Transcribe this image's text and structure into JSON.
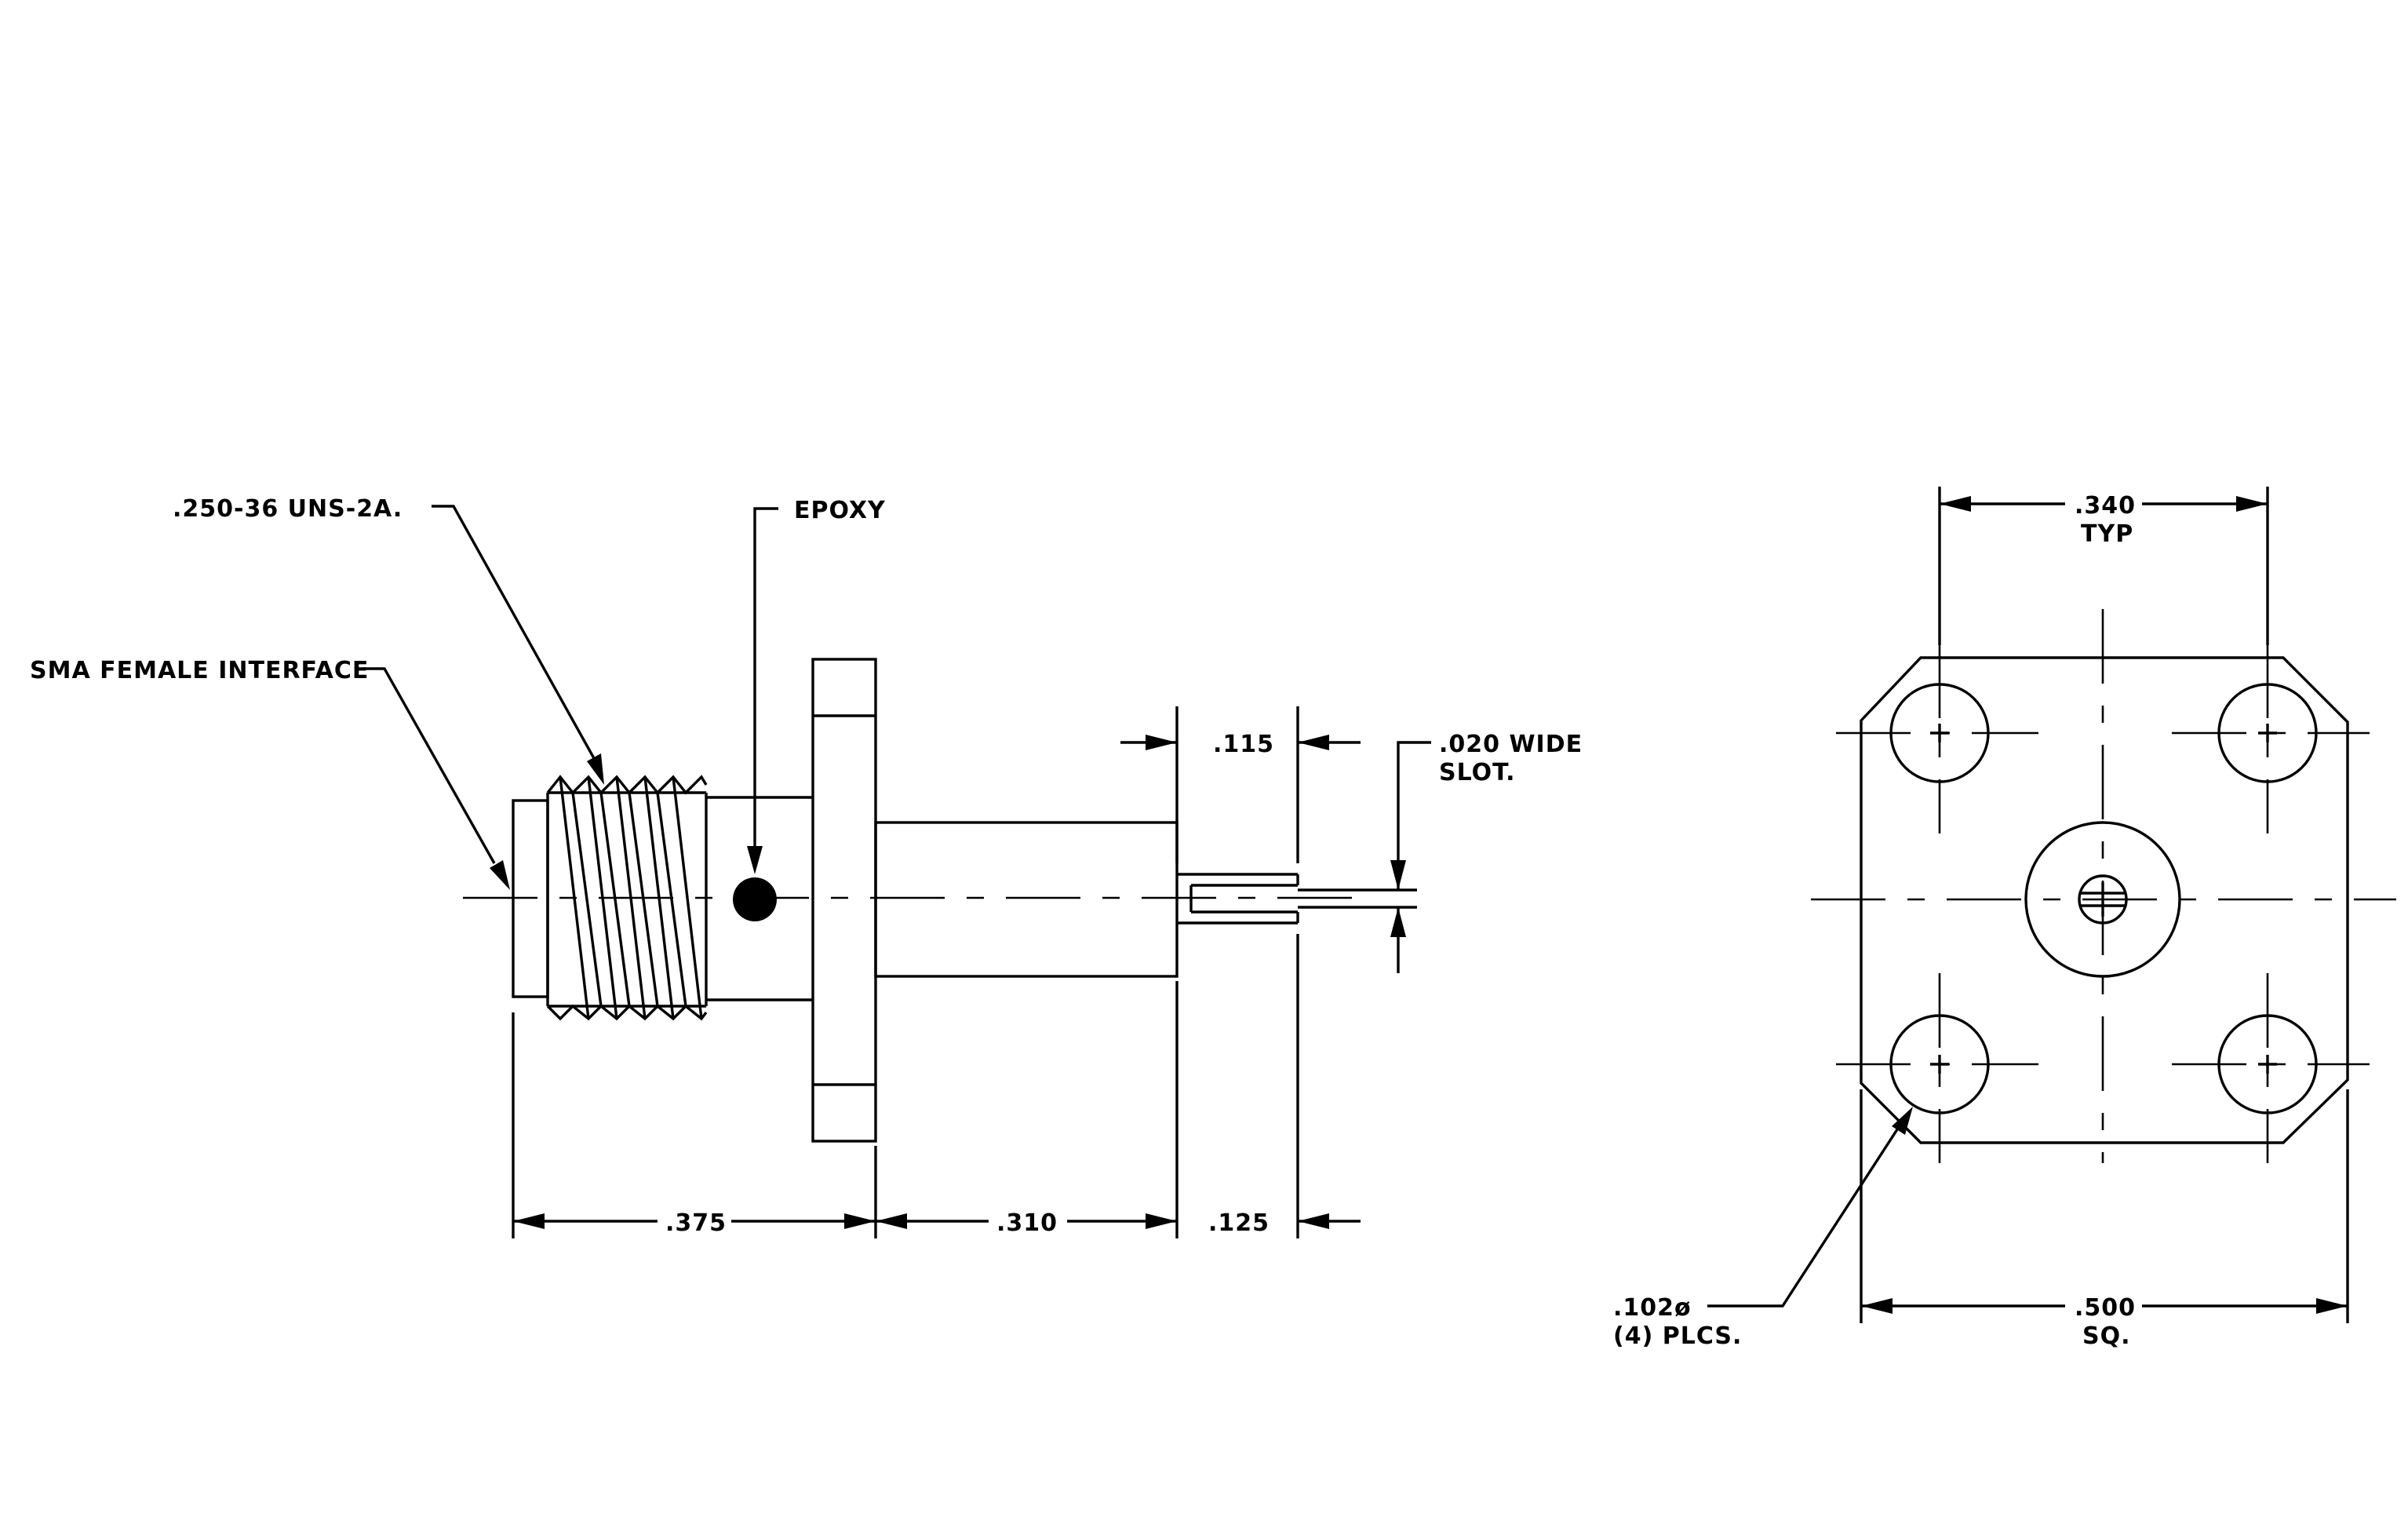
{
  "side_view": {
    "thread_label": ".250-36 UNS-2A.",
    "epoxy_label": "EPOXY",
    "interface_label": "SMA FEMALE INTERFACE",
    "dim_pin_width": ".115",
    "dim_slot_line1": ".020 WIDE",
    "dim_slot_line2": "SLOT.",
    "dim_front": ".375",
    "dim_body": ".310",
    "dim_pin_length": ".125"
  },
  "front_view": {
    "dim_hole_spacing_line1": ".340",
    "dim_hole_spacing_line2": "TYP",
    "dim_hole_dia_line1": ".102ø",
    "dim_hole_dia_line2": "(4) PLCS.",
    "dim_flange_line1": ".500",
    "dim_flange_line2": "SQ."
  }
}
